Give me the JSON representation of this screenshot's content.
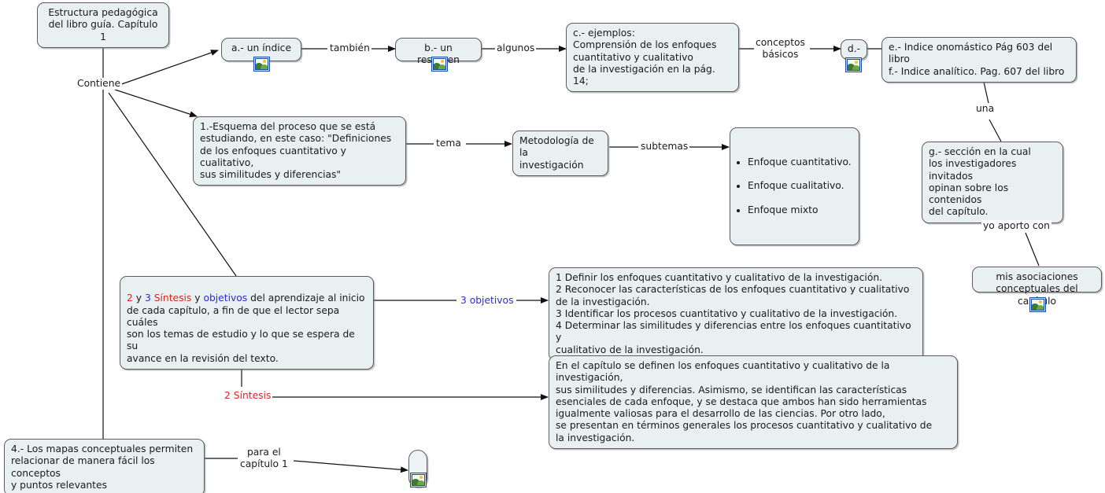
{
  "map": {
    "title_node": "Estructura pedagógica\ndel libro guía. Capítulo 1",
    "background": "#ffffff",
    "node_fill": "#e9f0f2",
    "node_border": "#5c5c5c",
    "accent_red": "#d8281e",
    "accent_blue": "#2b2bd8"
  },
  "nodes": {
    "root": "Estructura pedagógica\ndel libro guía. Capítulo 1",
    "indice": "a.- un índice",
    "resumen": "b.- un resumen",
    "ejemplos": "c.- ejemplos:\nComprensión de los enfoques\ncuantitativo y cualitativo\nde la investigación en la pág. 14;",
    "d_node": "d.-",
    "indices_ef": "e.- Indice onomástico Pág 603 del libro\nf.- Indice analítico. Pag. 607 del libro",
    "esquema": "1.-Esquema del proceso que se está\nestudiando, en este caso: \"Definiciones\nde los enfoques cuantitativo y cualitativo,\nsus similitudes y diferencias\"",
    "metodologia": "Metodología de la\ninvestigación",
    "enfoques": [
      "Enfoque cuantitativo.",
      "Enfoque cualitativo.",
      "Enfoque mixto"
    ],
    "seccion_g": "g.- sección en la cual\nlos investigadores invitados\nopinan sobre los contenidos\ndel capítulo.",
    "asociaciones": "mis asociaciones\nconceptuales del capítulo",
    "sintesis_objetivos": {
      "prefix_num1": "2",
      "mid1": " y ",
      "prefix_num2": "3",
      "mid2": "  ",
      "word_sintesis": "Síntesis",
      "mid3": " y ",
      "word_objetivos": "objetivos",
      "rest": " del aprendizaje al inicio\nde cada capítulo, a fin de que el lector sepa cuáles\nson los temas de estudio y lo que se espera de su\navance en la revisión del texto."
    },
    "objetivos_list": "1 Definir los enfoques cuantitativo y cualitativo de la investigación.\n2 Reconocer las características de los enfoques cuantitativo y cualitativo\nde la investigación.\n3 Identificar los procesos cuantitativo y cualitativo de la investigación.\n4 Determinar las similitudes y diferencias entre los enfoques cuantitativo y\ncualitativo de la investigación.",
    "sintesis_text": "En el capítulo se definen los enfoques cuantitativo y cualitativo de la investigación,\nsus similitudes y diferencias. Asimismo, se identifican las características\nesenciales de cada enfoque, y se destaca que ambos han sido herramientas\nigualmente valiosas para el desarrollo de las ciencias. Por otro lado,\nse presentan en términos generales los procesos cuantitativo y cualitativo de\nla investigación.",
    "mapas": "4.- Los mapas conceptuales permiten\nrelacionar de manera fácil los conceptos\ny puntos relevantes",
    "blank_node": ""
  },
  "edge_labels": {
    "contiene": "Contiene",
    "tambien": "también",
    "algunos": "algunos",
    "conceptos_basicos": "conceptos\nbásicos",
    "tema": "tema",
    "subtemas": "subtemas",
    "una": "una",
    "yo_aporto_con": "yo aporto con",
    "tres_objetivos": "3 objetivos",
    "dos_sintesis": "2 Síntesis",
    "para_el_capitulo": "para el\ncapítulo 1"
  },
  "icons": {
    "picture": "picture-icon"
  }
}
